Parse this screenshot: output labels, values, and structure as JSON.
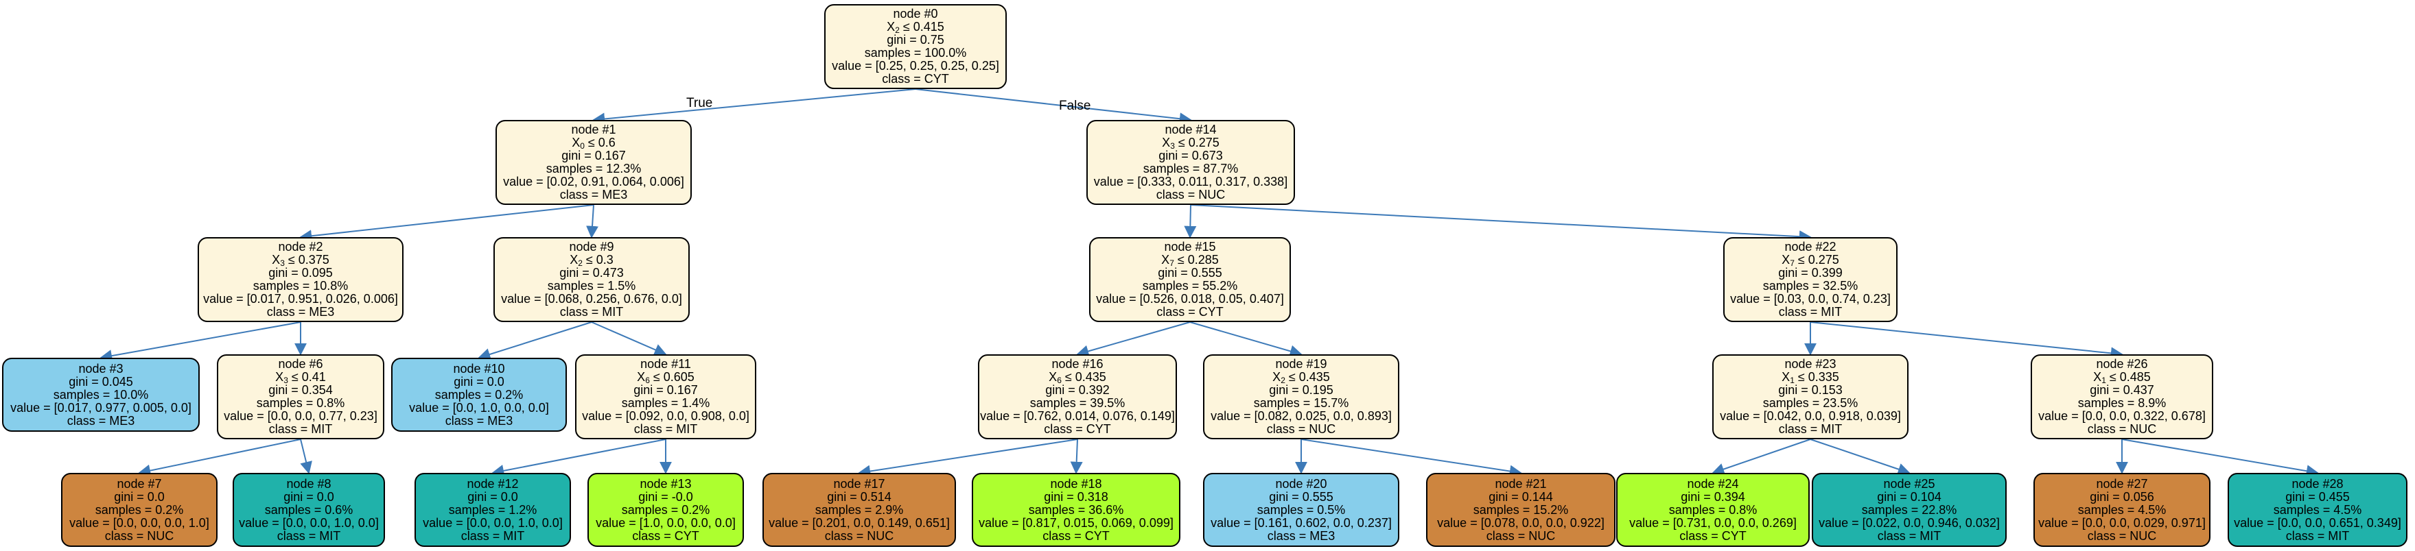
{
  "colors": {
    "edge": "#3d7ab8",
    "split": "#fdf5dc",
    "CYT": "#adff2f",
    "ME3": "#87ceeb",
    "MIT": "#20b2aa",
    "NUC": "#cd853f"
  },
  "edge_labels": {
    "true": "True",
    "false": "False"
  },
  "nodes": [
    {
      "id": "node #0",
      "feature": "X",
      "sub": "2",
      "thr": "0.415",
      "gini": "gini = 0.75",
      "samples": "samples = 100.0%",
      "value": "value = [0.25, 0.25, 0.25, 0.25]",
      "class": "class = CYT",
      "fill": "split"
    },
    {
      "id": "node #1",
      "feature": "X",
      "sub": "0",
      "thr": "0.6",
      "gini": "gini = 0.167",
      "samples": "samples = 12.3%",
      "value": "value = [0.02, 0.91, 0.064, 0.006]",
      "class": "class = ME3",
      "fill": "split"
    },
    {
      "id": "node #2",
      "feature": "X",
      "sub": "3",
      "thr": "0.375",
      "gini": "gini = 0.095",
      "samples": "samples = 10.8%",
      "value": "value = [0.017, 0.951, 0.026, 0.006]",
      "class": "class = ME3",
      "fill": "split"
    },
    {
      "id": "node #3",
      "gini": "gini = 0.045",
      "samples": "samples = 10.0%",
      "value": "value = [0.017, 0.977, 0.005, 0.0]",
      "class": "class = ME3",
      "fill": "ME3"
    },
    {
      "id": "node #6",
      "feature": "X",
      "sub": "3",
      "thr": "0.41",
      "gini": "gini = 0.354",
      "samples": "samples = 0.8%",
      "value": "value = [0.0, 0.0, 0.77, 0.23]",
      "class": "class = MIT",
      "fill": "split"
    },
    {
      "id": "node #7",
      "gini": "gini = 0.0",
      "samples": "samples = 0.2%",
      "value": "value = [0.0, 0.0, 0.0, 1.0]",
      "class": "class = NUC",
      "fill": "NUC"
    },
    {
      "id": "node #8",
      "gini": "gini = 0.0",
      "samples": "samples = 0.6%",
      "value": "value = [0.0, 0.0, 1.0, 0.0]",
      "class": "class = MIT",
      "fill": "MIT"
    },
    {
      "id": "node #9",
      "feature": "X",
      "sub": "2",
      "thr": "0.3",
      "gini": "gini = 0.473",
      "samples": "samples = 1.5%",
      "value": "value = [0.068, 0.256, 0.676, 0.0]",
      "class": "class = MIT",
      "fill": "split"
    },
    {
      "id": "node #10",
      "gini": "gini = 0.0",
      "samples": "samples = 0.2%",
      "value": "value = [0.0, 1.0, 0.0, 0.0]",
      "class": "class = ME3",
      "fill": "ME3"
    },
    {
      "id": "node #11",
      "feature": "X",
      "sub": "6",
      "thr": "0.605",
      "gini": "gini = 0.167",
      "samples": "samples = 1.4%",
      "value": "value = [0.092, 0.0, 0.908, 0.0]",
      "class": "class = MIT",
      "fill": "split"
    },
    {
      "id": "node #12",
      "gini": "gini = 0.0",
      "samples": "samples = 1.2%",
      "value": "value = [0.0, 0.0, 1.0, 0.0]",
      "class": "class = MIT",
      "fill": "MIT"
    },
    {
      "id": "node #13",
      "gini": "gini = -0.0",
      "samples": "samples = 0.2%",
      "value": "value = [1.0, 0.0, 0.0, 0.0]",
      "class": "class = CYT",
      "fill": "CYT"
    },
    {
      "id": "node #14",
      "feature": "X",
      "sub": "3",
      "thr": "0.275",
      "gini": "gini = 0.673",
      "samples": "samples = 87.7%",
      "value": "value = [0.333, 0.011, 0.317, 0.338]",
      "class": "class = NUC",
      "fill": "split"
    },
    {
      "id": "node #15",
      "feature": "X",
      "sub": "7",
      "thr": "0.285",
      "gini": "gini = 0.555",
      "samples": "samples = 55.2%",
      "value": "value = [0.526, 0.018, 0.05, 0.407]",
      "class": "class = CYT",
      "fill": "split"
    },
    {
      "id": "node #16",
      "feature": "X",
      "sub": "6",
      "thr": "0.435",
      "gini": "gini = 0.392",
      "samples": "samples = 39.5%",
      "value": "value = [0.762, 0.014, 0.076, 0.149]",
      "class": "class = CYT",
      "fill": "split"
    },
    {
      "id": "node #17",
      "gini": "gini = 0.514",
      "samples": "samples = 2.9%",
      "value": "value = [0.201, 0.0, 0.149, 0.651]",
      "class": "class = NUC",
      "fill": "NUC"
    },
    {
      "id": "node #18",
      "gini": "gini = 0.318",
      "samples": "samples = 36.6%",
      "value": "value = [0.817, 0.015, 0.069, 0.099]",
      "class": "class = CYT",
      "fill": "CYT"
    },
    {
      "id": "node #19",
      "feature": "X",
      "sub": "2",
      "thr": "0.435",
      "gini": "gini = 0.195",
      "samples": "samples = 15.7%",
      "value": "value = [0.082, 0.025, 0.0, 0.893]",
      "class": "class = NUC",
      "fill": "split"
    },
    {
      "id": "node #20",
      "gini": "gini = 0.555",
      "samples": "samples = 0.5%",
      "value": "value = [0.161, 0.602, 0.0, 0.237]",
      "class": "class = ME3",
      "fill": "ME3"
    },
    {
      "id": "node #21",
      "gini": "gini = 0.144",
      "samples": "samples = 15.2%",
      "value": "value = [0.078, 0.0, 0.0, 0.922]",
      "class": "class = NUC",
      "fill": "NUC"
    },
    {
      "id": "node #22",
      "feature": "X",
      "sub": "7",
      "thr": "0.275",
      "gini": "gini = 0.399",
      "samples": "samples = 32.5%",
      "value": "value = [0.03, 0.0, 0.74, 0.23]",
      "class": "class = MIT",
      "fill": "split"
    },
    {
      "id": "node #23",
      "feature": "X",
      "sub": "1",
      "thr": "0.335",
      "gini": "gini = 0.153",
      "samples": "samples = 23.5%",
      "value": "value = [0.042, 0.0, 0.918, 0.039]",
      "class": "class = MIT",
      "fill": "split"
    },
    {
      "id": "node #24",
      "gini": "gini = 0.394",
      "samples": "samples = 0.8%",
      "value": "value = [0.731, 0.0, 0.0, 0.269]",
      "class": "class = CYT",
      "fill": "CYT"
    },
    {
      "id": "node #25",
      "gini": "gini = 0.104",
      "samples": "samples = 22.8%",
      "value": "value = [0.022, 0.0, 0.946, 0.032]",
      "class": "class = MIT",
      "fill": "MIT"
    },
    {
      "id": "node #26",
      "feature": "X",
      "sub": "1",
      "thr": "0.485",
      "gini": "gini = 0.437",
      "samples": "samples = 8.9%",
      "value": "value = [0.0, 0.0, 0.322, 0.678]",
      "class": "class = NUC",
      "fill": "split"
    },
    {
      "id": "node #27",
      "gini": "gini = 0.056",
      "samples": "samples = 4.5%",
      "value": "value = [0.0, 0.0, 0.029, 0.971]",
      "class": "class = NUC",
      "fill": "NUC"
    },
    {
      "id": "node #28",
      "gini": "gini = 0.455",
      "samples": "samples = 4.5%",
      "value": "value = [0.0, 0.0, 0.651, 0.349]",
      "class": "class = MIT",
      "fill": "MIT"
    }
  ],
  "edges": [
    [
      "node #0",
      "node #1"
    ],
    [
      "node #0",
      "node #14"
    ],
    [
      "node #1",
      "node #2"
    ],
    [
      "node #1",
      "node #9"
    ],
    [
      "node #2",
      "node #3"
    ],
    [
      "node #2",
      "node #6"
    ],
    [
      "node #6",
      "node #7"
    ],
    [
      "node #6",
      "node #8"
    ],
    [
      "node #9",
      "node #10"
    ],
    [
      "node #9",
      "node #11"
    ],
    [
      "node #11",
      "node #12"
    ],
    [
      "node #11",
      "node #13"
    ],
    [
      "node #14",
      "node #15"
    ],
    [
      "node #14",
      "node #22"
    ],
    [
      "node #15",
      "node #16"
    ],
    [
      "node #15",
      "node #19"
    ],
    [
      "node #16",
      "node #17"
    ],
    [
      "node #16",
      "node #18"
    ],
    [
      "node #19",
      "node #20"
    ],
    [
      "node #19",
      "node #21"
    ],
    [
      "node #22",
      "node #23"
    ],
    [
      "node #22",
      "node #26"
    ],
    [
      "node #23",
      "node #24"
    ],
    [
      "node #23",
      "node #25"
    ],
    [
      "node #26",
      "node #27"
    ],
    [
      "node #26",
      "node #28"
    ]
  ]
}
